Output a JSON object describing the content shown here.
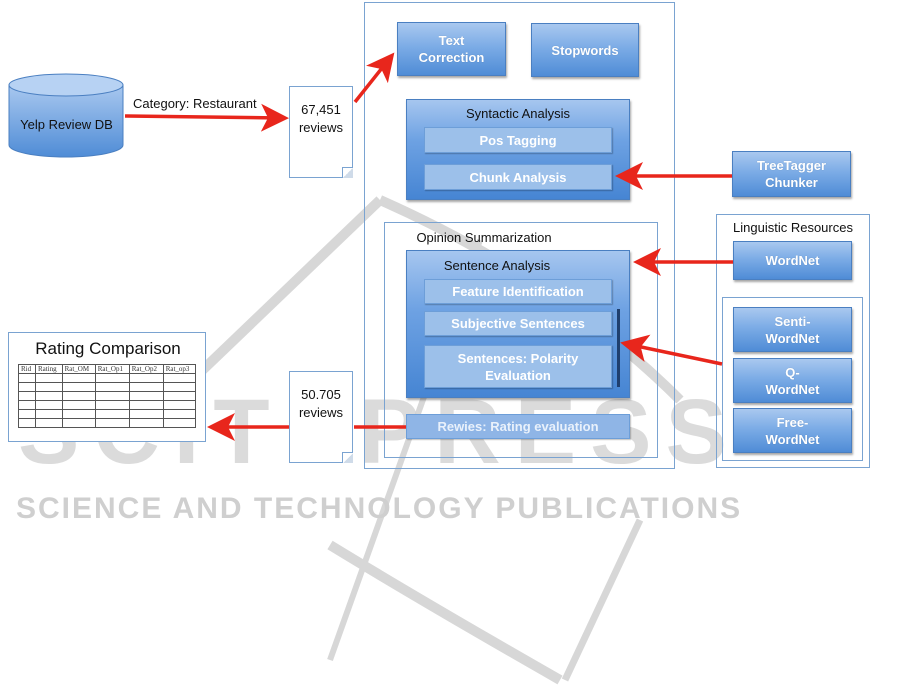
{
  "source": {
    "db_label": "Yelp Review DB",
    "filter_label": "Category: Restaurant"
  },
  "input_doc": {
    "count": "67,451",
    "unit": "reviews"
  },
  "output_doc": {
    "count": "50.705",
    "unit": "reviews"
  },
  "preprocessing": {
    "text_correction": "Text Correction",
    "stopwords": "Stopwords"
  },
  "syntactic": {
    "title": "Syntactic Analysis",
    "items": [
      "Pos Tagging",
      "Chunk Analysis"
    ]
  },
  "opinion": {
    "title": "Opinion Summarization",
    "sentence_analysis": {
      "title": "Sentence Analysis",
      "items": [
        "Feature Identification",
        "Subjective Sentences",
        "Sentences: Polarity Evaluation"
      ]
    },
    "rating_eval": "Rewies: Rating evaluation"
  },
  "external": {
    "treetagger": "TreeTagger Chunker"
  },
  "linguistic": {
    "title": "Linguistic Resources",
    "wordnet": "WordNet",
    "sentiment_resources": [
      "Senti- WordNet",
      "Q- WordNet",
      "Free- WordNet"
    ]
  },
  "rating_comparison": {
    "title": "Rating Comparison",
    "columns": [
      "Rid",
      "Rating",
      "Rat_OM",
      "Rat_Op1",
      "Rat_Op2",
      "Rat_op3"
    ],
    "row_count": 6
  },
  "watermark": {
    "main": "SCITEPRESS",
    "sub": "SCIENCE AND TECHNOLOGY PUBLICATIONS"
  },
  "colors": {
    "arrow": "#e8261c",
    "box_blue": "#5b95dc",
    "frame": "#7aa3d1"
  }
}
